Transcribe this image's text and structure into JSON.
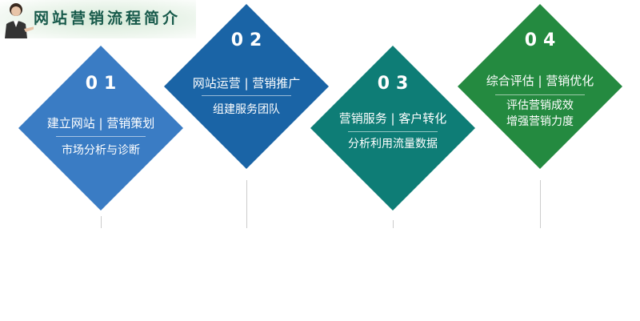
{
  "header": {
    "title": "网站营销流程简介"
  },
  "steps": [
    {
      "num": "01",
      "main": "建立网站 | 营销策划",
      "sub": [
        "市场分析与诊断"
      ],
      "color": "#3a7cc4"
    },
    {
      "num": "02",
      "main": "网站运营 | 营销推广",
      "sub": [
        "组建服务团队"
      ],
      "color": "#1a64a6"
    },
    {
      "num": "03",
      "main": "营销服务 | 客户转化",
      "sub": [
        "分析利用流量数据"
      ],
      "color": "#0e7d76"
    },
    {
      "num": "04",
      "main": "综合评估 | 营销优化",
      "sub": [
        "评估营销成效",
        "增强营销力度"
      ],
      "color": "#248a40"
    }
  ]
}
